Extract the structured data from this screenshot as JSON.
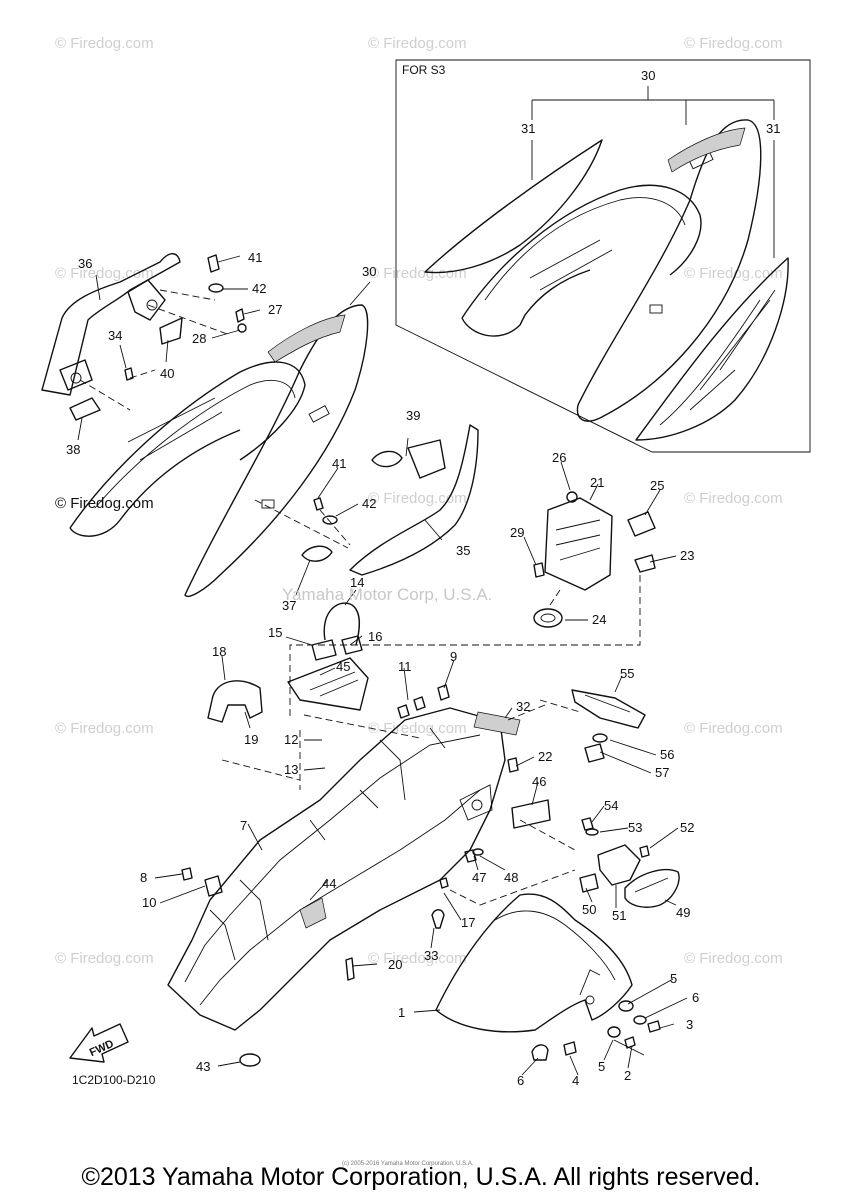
{
  "watermark": "© Firedog.com",
  "watermark_center": "Yamaha Motor Corp, U.S.A.",
  "frame_label": "FOR S3",
  "diagram_code": "1C2D100-D210",
  "fwd_label": "FWD",
  "small_copyright": "(c) 2005-2016 Yamaha Motor Corporation, U.S.A.",
  "copyright": "©2013 Yamaha Motor Corporation, U.S.A. All rights reserved.",
  "callouts": {
    "c30a": "30",
    "c31a": "31",
    "c31b": "31",
    "c36": "36",
    "c41a": "41",
    "c42a": "42",
    "c27": "27",
    "c28": "28",
    "c30b": "30",
    "c34": "34",
    "c40": "40",
    "c38": "38",
    "c39": "39",
    "c41b": "41",
    "c42b": "42",
    "c35": "35",
    "c37": "37",
    "c26": "26",
    "c21": "21",
    "c25": "25",
    "c29": "29",
    "c23": "23",
    "c24": "24",
    "c14": "14",
    "c15": "15",
    "c16": "16",
    "c45": "45",
    "c18": "18",
    "c19": "19",
    "c11": "11",
    "c9": "9",
    "c32": "32",
    "c55": "55",
    "c56": "56",
    "c57": "57",
    "c12": "12",
    "c13": "13",
    "c22": "22",
    "c46": "46",
    "c54": "54",
    "c53": "53",
    "c52": "52",
    "c7": "7",
    "c8": "8",
    "c10": "10",
    "c44": "44",
    "c47": "47",
    "c48": "48",
    "c50": "50",
    "c51": "51",
    "c49": "49",
    "c17": "17",
    "c33": "33",
    "c20": "20",
    "c1": "1",
    "c5a": "5",
    "c6a": "6",
    "c3": "3",
    "c6b": "6",
    "c4": "4",
    "c5b": "5",
    "c2": "2",
    "c43": "43"
  }
}
